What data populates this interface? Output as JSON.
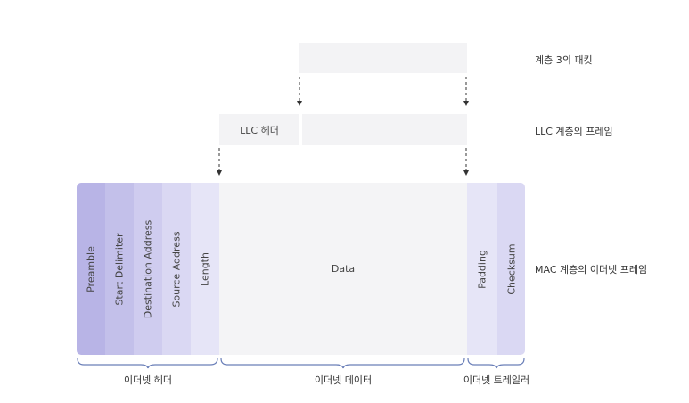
{
  "layer3": {
    "label": "계층 3의 패킷"
  },
  "llc": {
    "label": "LLC 계층의 프레임",
    "header_label": "LLC 헤더"
  },
  "mac": {
    "label": "MAC 계층의 이더넷 프레임",
    "header_fields": [
      "Preamble",
      "Start Delimiter",
      "Destination Address",
      "Source Address",
      "Length"
    ],
    "data_label": "Data",
    "trailer_fields": [
      "Padding",
      "Checksum"
    ]
  },
  "brackets": {
    "header": "이더넷 헤더",
    "data": "이더넷 데이터",
    "trailer": "이더넷 트레일러"
  },
  "colors": {
    "preamble": "#b8b4e6",
    "start_delimiter": "#c3c0ea",
    "destination": "#cfccef",
    "source": "#dad8f3",
    "length": "#e6e5f7",
    "data": "#f4f4f6",
    "padding": "#e6e5f7",
    "checksum": "#dad8f3",
    "upper_box": "#f3f3f5"
  }
}
